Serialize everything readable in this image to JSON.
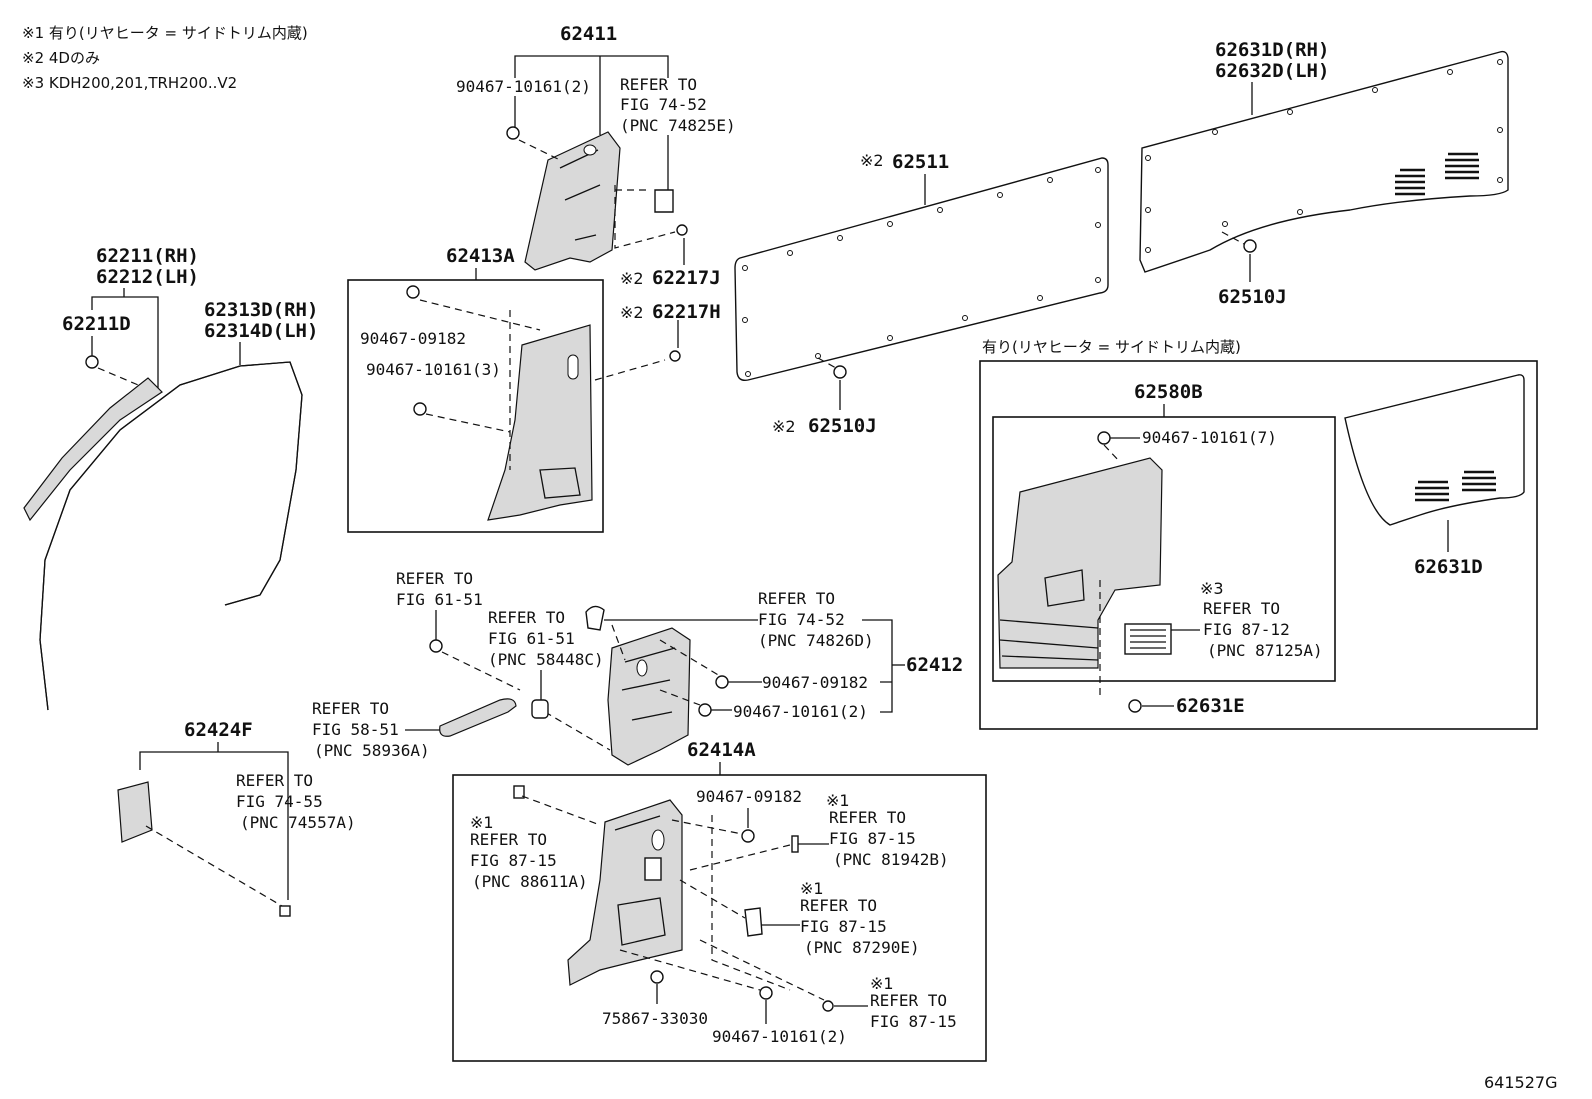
{
  "notes": {
    "n1": "※1 有り(リヤヒータ = サイドトリム内蔵)",
    "n2": "※2 4Dのみ",
    "n3": "※3 KDH200,201,TRH200..V2"
  },
  "mark1": "※1",
  "mark2": "※2",
  "mark3": "※3",
  "labels": {
    "p62411": "62411",
    "p90467_10161_2a": "90467-10161(2)",
    "ref_74_52a_1": "REFER TO",
    "ref_74_52a_2": "FIG 74-52",
    "ref_74_52a_3": "(PNC 74825E)",
    "p62413A": "62413A",
    "p62217J": "62217J",
    "p62217H": "62217H",
    "p90467_09182a": "90467-09182",
    "p90467_10161_3": "90467-10161(3)",
    "p62211RH": "62211(RH)",
    "p62212LH": "62212(LH)",
    "p62211D": "62211D",
    "p62313D": "62313D(RH)",
    "p62314D": "62314D(LH)",
    "p62511": "62511",
    "p62510Ja": "62510J",
    "p62631DRH": "62631D(RH)",
    "p62632DLH": "62632D(LH)",
    "p62510Jb": "62510J",
    "rear_heater_box": "有り(リヤヒータ = サイドトリム内蔵)",
    "p62580B": "62580B",
    "p90467_10161_7": "90467-10161(7)",
    "ref_87_12_1": "REFER TO",
    "ref_87_12_2": "FIG 87-12",
    "ref_87_12_3": "(PNC 87125A)",
    "p62631D": "62631D",
    "p62631E": "62631E",
    "ref_61_51a_1": "REFER TO",
    "ref_61_51a_2": "FIG 61-51",
    "ref_61_51b_1": "REFER TO",
    "ref_61_51b_2": "FIG 61-51",
    "ref_61_51b_3": "(PNC 58448C)",
    "ref_74_52b_1": "REFER TO",
    "ref_74_52b_2": "FIG 74-52",
    "ref_74_52b_3": "(PNC 74826D)",
    "p90467_09182b": "90467-09182",
    "p90467_10161_2b": "90467-10161(2)",
    "p62412": "62412",
    "ref_58_51_1": "REFER TO",
    "ref_58_51_2": "FIG 58-51",
    "ref_58_51_3": "(PNC 58936A)",
    "p62424F": "62424F",
    "ref_74_55_1": "REFER TO",
    "ref_74_55_2": "FIG 74-55",
    "ref_74_55_3": "(PNC 74557A)",
    "p62414A": "62414A",
    "ref_88611A_1": "REFER TO",
    "ref_88611A_2": "FIG 87-15",
    "ref_88611A_3": "(PNC 88611A)",
    "p90467_09182c": "90467-09182",
    "ref_81942B_1": "REFER TO",
    "ref_81942B_2": "FIG 87-15",
    "ref_81942B_3": "(PNC 81942B)",
    "ref_87290E_1": "REFER TO",
    "ref_87290E_2": "FIG 87-15",
    "ref_87290E_3": "(PNC 87290E)",
    "p75867_33030": "75867-33030",
    "p90467_10161_2c": "90467-10161(2)",
    "ref_87_15d_1": "REFER TO",
    "ref_87_15d_2": "FIG 87-15",
    "figure_id": "641527G"
  }
}
